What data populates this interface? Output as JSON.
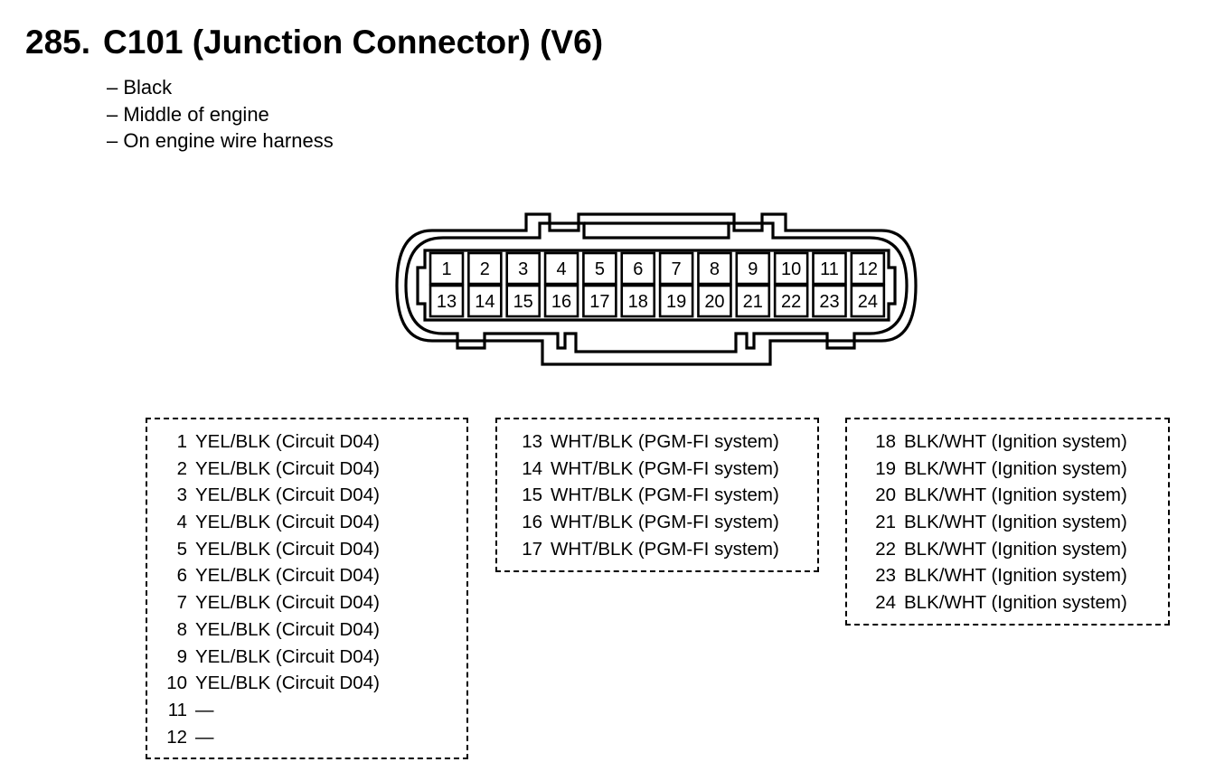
{
  "header": {
    "number": "285.",
    "title": "C101 (Junction Connector) (V6)"
  },
  "description": [
    "– Black",
    "– Middle of engine",
    "– On engine wire harness"
  ],
  "connector": {
    "row1": [
      "1",
      "2",
      "3",
      "4",
      "5",
      "6",
      "7",
      "8",
      "9",
      "10",
      "11",
      "12"
    ],
    "row2": [
      "13",
      "14",
      "15",
      "16",
      "17",
      "18",
      "19",
      "20",
      "21",
      "22",
      "23",
      "24"
    ]
  },
  "legends": [
    {
      "entries": [
        {
          "pin": "1",
          "text": "YEL/BLK (Circuit D04)"
        },
        {
          "pin": "2",
          "text": "YEL/BLK (Circuit D04)"
        },
        {
          "pin": "3",
          "text": "YEL/BLK (Circuit D04)"
        },
        {
          "pin": "4",
          "text": "YEL/BLK (Circuit D04)"
        },
        {
          "pin": "5",
          "text": "YEL/BLK (Circuit D04)"
        },
        {
          "pin": "6",
          "text": "YEL/BLK (Circuit D04)"
        },
        {
          "pin": "7",
          "text": "YEL/BLK (Circuit D04)"
        },
        {
          "pin": "8",
          "text": "YEL/BLK (Circuit D04)"
        },
        {
          "pin": "9",
          "text": "YEL/BLK (Circuit D04)"
        },
        {
          "pin": "10",
          "text": "YEL/BLK (Circuit D04)"
        },
        {
          "pin": "11",
          "text": "—"
        },
        {
          "pin": "12",
          "text": "—"
        }
      ]
    },
    {
      "entries": [
        {
          "pin": "13",
          "text": "WHT/BLK (PGM-FI system)"
        },
        {
          "pin": "14",
          "text": "WHT/BLK (PGM-FI system)"
        },
        {
          "pin": "15",
          "text": "WHT/BLK (PGM-FI system)"
        },
        {
          "pin": "16",
          "text": "WHT/BLK (PGM-FI system)"
        },
        {
          "pin": "17",
          "text": "WHT/BLK (PGM-FI system)"
        }
      ]
    },
    {
      "entries": [
        {
          "pin": "18",
          "text": "BLK/WHT (Ignition system)"
        },
        {
          "pin": "19",
          "text": "BLK/WHT (Ignition system)"
        },
        {
          "pin": "20",
          "text": "BLK/WHT (Ignition system)"
        },
        {
          "pin": "21",
          "text": "BLK/WHT (Ignition system)"
        },
        {
          "pin": "22",
          "text": "BLK/WHT (Ignition system)"
        },
        {
          "pin": "23",
          "text": "BLK/WHT (Ignition system)"
        },
        {
          "pin": "24",
          "text": "BLK/WHT (Ignition system)"
        }
      ]
    }
  ]
}
